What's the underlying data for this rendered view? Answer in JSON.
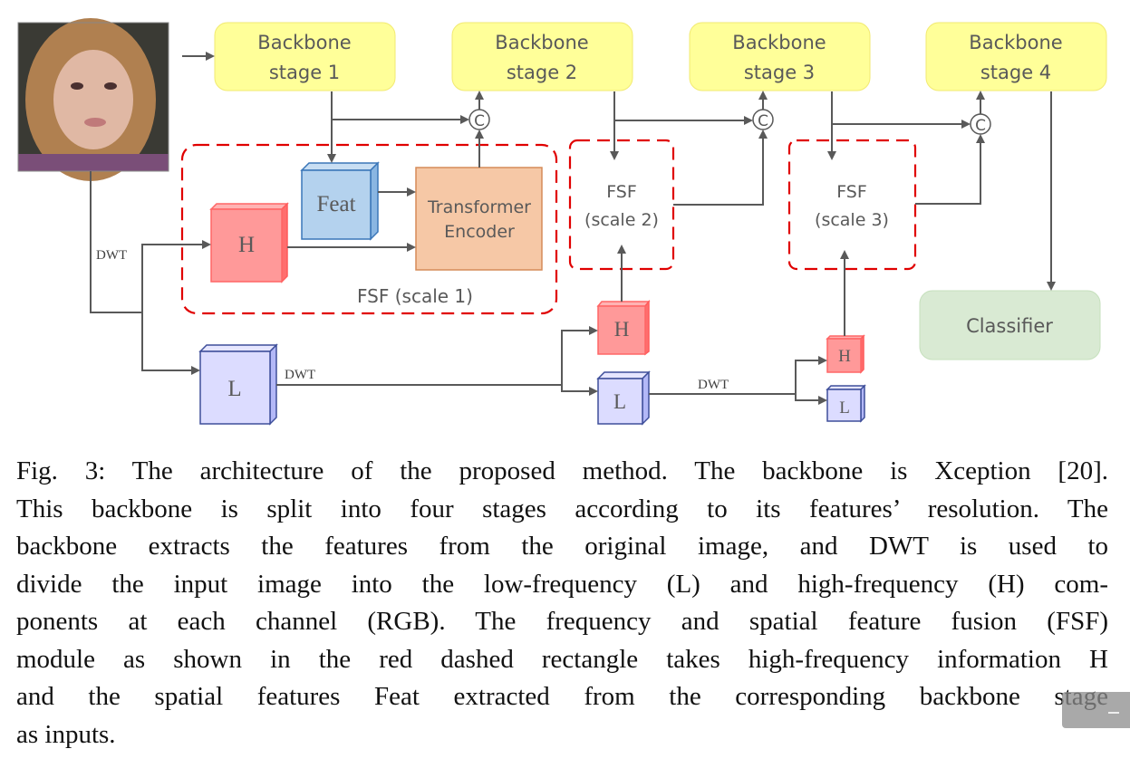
{
  "figure": {
    "input_image": "face-photo",
    "backbone_stages": [
      {
        "line1": "Backbone",
        "line2": "stage 1"
      },
      {
        "line1": "Backbone",
        "line2": "stage 2"
      },
      {
        "line1": "Backbone",
        "line2": "stage 3"
      },
      {
        "line1": "Backbone",
        "line2": "stage 4"
      }
    ],
    "fsf1_label": "FSF (scale 1)",
    "fsf2": {
      "line1": "FSF",
      "line2": "(scale 2)"
    },
    "fsf3": {
      "line1": "FSF",
      "line2": "(scale 3)"
    },
    "feat_label": "Feat",
    "transformer": {
      "line1": "Transformer",
      "line2": "Encoder"
    },
    "h_label": "H",
    "l_label": "L",
    "dwt_label": "DWT",
    "concat_symbol": "C",
    "classifier_label": "Classifier",
    "colors": {
      "backbone_fill": "#ffff99",
      "fsf_border": "#e00000",
      "h_fill": "#ff9999",
      "l_fill": "#dcdcff",
      "feat_fill": "#b4d2ee",
      "transformer_fill": "#f6c8a6",
      "classifier_fill": "#d9ead3",
      "arrow": "#595959"
    }
  },
  "caption": {
    "lines": [
      "Fig. 3: The architecture of the proposed method. The backbone is Xception [20].",
      "This backbone is split into four stages according to its features’ resolution. The",
      "backbone extracts the features from the original image, and DWT is used to",
      "divide the input image into the low-frequency (L) and high-frequency (H) com-",
      "ponents at each channel (RGB). The frequency and spatial feature fusion (FSF)",
      "module as shown in the red dashed rectangle takes high-frequency information H",
      "and the spatial features Feat extracted from the corresponding backbone stage",
      "as inputs."
    ]
  },
  "overlay": {
    "icon": "minimize-icon"
  }
}
